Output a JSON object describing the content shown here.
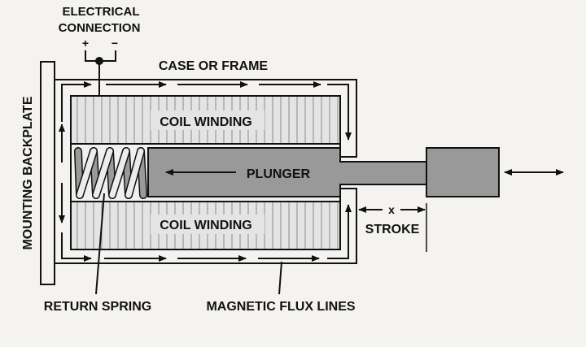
{
  "diagram": {
    "title": "Linear solenoid cross-section",
    "labels": {
      "electrical_connection_line1": "ELECTRICAL",
      "electrical_connection_line2": "CONNECTION",
      "plus": "+",
      "minus": "−",
      "case_or_frame": "CASE OR FRAME",
      "coil_winding_top": "COIL WINDING",
      "coil_winding_bottom": "COIL WINDING",
      "plunger": "PLUNGER",
      "stroke_x": "x",
      "stroke": "STROKE",
      "mounting_backplate": "MOUNTING BACKPLATE",
      "return_spring": "RETURN SPRING",
      "magnetic_flux_lines": "MAGNETIC FLUX LINES"
    },
    "colors": {
      "background": "#f4f3f0",
      "outline": "#111111",
      "coil_fill": "#e4e4e4",
      "coil_stripe": "#8a8a8a",
      "plunger_fill": "#999999",
      "spring_light": "#ececec",
      "spring_dark": "#9a9a9a"
    }
  }
}
